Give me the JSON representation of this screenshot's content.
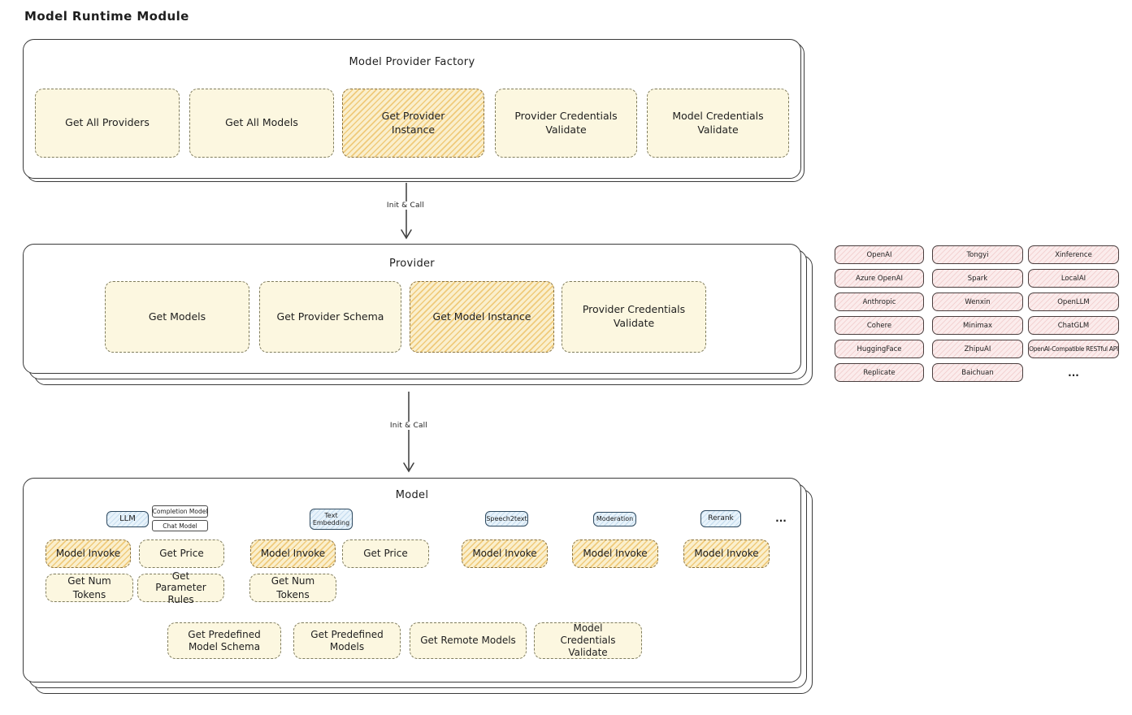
{
  "page": {
    "title": "Model Runtime Module"
  },
  "factory": {
    "title": "Model Provider Factory",
    "items": [
      {
        "label": "Get All Providers"
      },
      {
        "label": "Get All Models"
      },
      {
        "label": "Get Provider Instance"
      },
      {
        "label": "Provider Credentials Validate"
      },
      {
        "label": "Model Credentials Validate"
      }
    ]
  },
  "arrows": [
    {
      "label": "Init & Call"
    },
    {
      "label": "Init & Call"
    }
  ],
  "provider": {
    "title": "Provider",
    "items": [
      {
        "label": "Get Models"
      },
      {
        "label": "Get Provider Schema"
      },
      {
        "label": "Get Model Instance"
      },
      {
        "label": "Provider Credentials Validate"
      }
    ]
  },
  "provider_list": {
    "col1": [
      "OpenAI",
      "Azure OpenAI",
      "Anthropic",
      "Cohere",
      "HuggingFace",
      "Replicate"
    ],
    "col2": [
      "Tongyi",
      "Spark",
      "Wenxin",
      "Minimax",
      "ZhipuAI",
      "Baichuan"
    ],
    "col3": [
      "Xinference",
      "LocalAI",
      "OpenLLM",
      "ChatGLM",
      "OpenAI-Compatible RESTful API"
    ],
    "more": "..."
  },
  "model": {
    "title": "Model",
    "tags": {
      "llm": "LLM",
      "completion_model": "Completion Model",
      "chat_model": "Chat Model",
      "text_embedding": "Text Embedding",
      "speech2text": "Speech2text",
      "moderation": "Moderation",
      "rerank": "Rerank",
      "more": "..."
    },
    "functions": {
      "llm_model_invoke": "Model Invoke",
      "llm_get_price": "Get Price",
      "llm_get_num_tokens": "Get Num Tokens",
      "llm_get_parameter_rules": "Get Parameter Rules",
      "embedding_model_invoke": "Model Invoke",
      "embedding_get_price": "Get Price",
      "embedding_get_num_tokens": "Get Num Tokens",
      "speech2text_model_invoke": "Model Invoke",
      "moderation_model_invoke": "Model Invoke",
      "rerank_model_invoke": "Model Invoke",
      "get_predefined_model_schema": "Get Predefined Model Schema",
      "get_predefined_models": "Get Predefined Models",
      "get_remote_models": "Get Remote Models",
      "model_credentials_validate": "Model Credentials Validate"
    }
  },
  "colors": {
    "stroke": "#3a3a3a",
    "highlight_fill": "#e9b44c",
    "yellow_fill": "#fcf7e0",
    "pink_fill": "#fbecec",
    "blue_fill": "#e8f3fb"
  }
}
